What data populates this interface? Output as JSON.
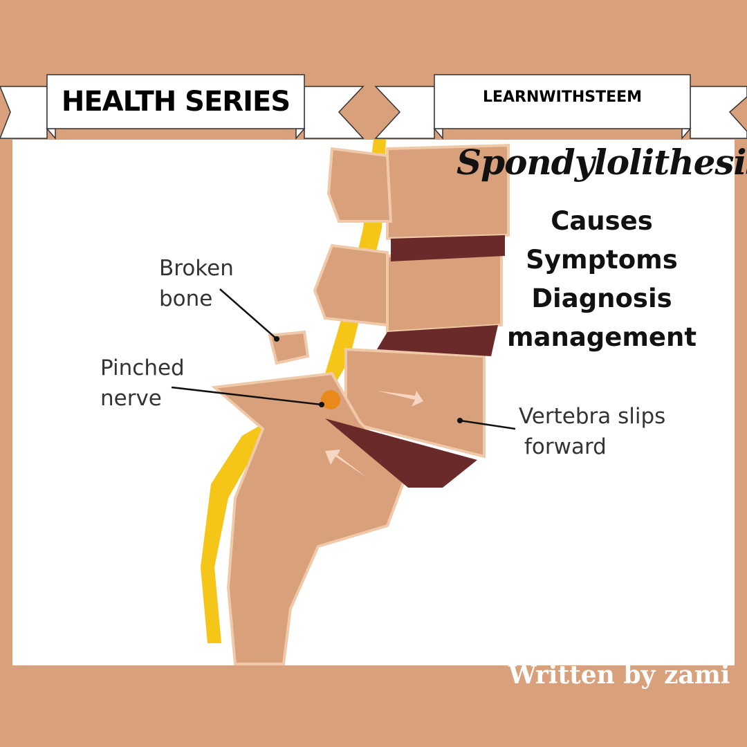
{
  "banners": {
    "left": "HEALTH SERIES",
    "right": "LEARNWITHSTEEM"
  },
  "title": "Spondylolithesis",
  "topics": [
    "Causes",
    "Symptoms",
    "Diagnosis",
    "management"
  ],
  "diagram_labels": {
    "broken_bone": [
      "Broken",
      "bone"
    ],
    "pinched_nerve": [
      "Pinched",
      "nerve"
    ],
    "vertebra_slips": [
      "Vertebra slips",
      "forward"
    ]
  },
  "author": "Written by zami",
  "colors": {
    "background": "#d9a07c",
    "bone": "#d9a07c",
    "disc": "#6b2a2a",
    "nerve": "#f5c518"
  }
}
